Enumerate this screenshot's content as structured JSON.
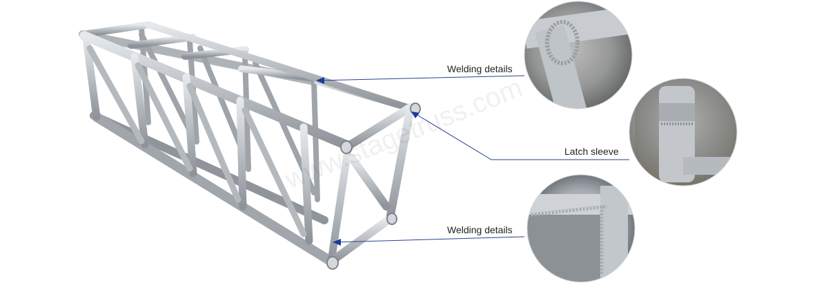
{
  "callouts": {
    "welding_top": "Welding details",
    "latch": "Latch sleeve",
    "welding_bottom": "Welding details"
  },
  "watermark": "www.stagetruss.com",
  "colors": {
    "tube": "#c9cdd1",
    "tube_dark": "#8e949a",
    "leader": "#2a3f8f",
    "arrow": "#1c3a9c"
  }
}
